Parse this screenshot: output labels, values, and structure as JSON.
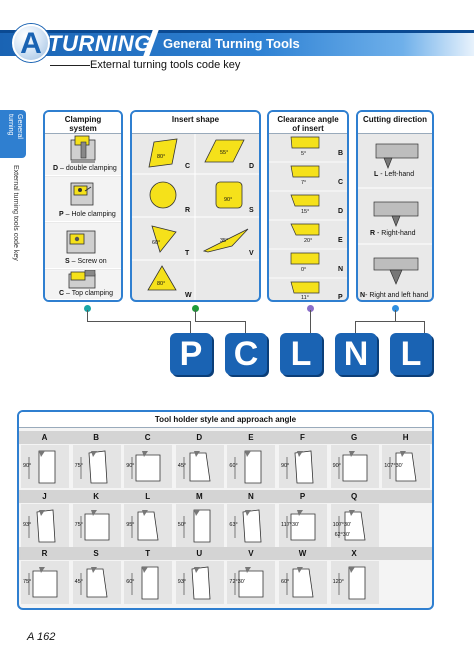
{
  "header": {
    "badge": "A",
    "title": "TURNING",
    "subtitle": "General Turning Tools",
    "description": "External turning tools code key"
  },
  "side_tab": {
    "label": "General turning",
    "vertical_label": "External turning tools code key"
  },
  "panels": {
    "clamping": {
      "title": "Clamping system",
      "items": [
        {
          "letter": "D",
          "text": " – double clamping"
        },
        {
          "letter": "P",
          "text": " – Hole clamping"
        },
        {
          "letter": "S",
          "text": " – Screw on"
        },
        {
          "letter": "C",
          "text": " – Top clamping"
        }
      ]
    },
    "insert_shape": {
      "title": "Insert shape",
      "items": [
        {
          "letter": "C",
          "angle": "80°"
        },
        {
          "letter": "D",
          "angle": "55°"
        },
        {
          "letter": "R",
          "angle": ""
        },
        {
          "letter": "S",
          "angle": "90°"
        },
        {
          "letter": "T",
          "angle": "60°"
        },
        {
          "letter": "V",
          "angle": "35°"
        },
        {
          "letter": "W",
          "angle": "80°"
        }
      ]
    },
    "clearance": {
      "title": "Clearance angle of insert",
      "items": [
        {
          "letter": "B",
          "angle": "5°"
        },
        {
          "letter": "C",
          "angle": "7°"
        },
        {
          "letter": "D",
          "angle": "15°"
        },
        {
          "letter": "E",
          "angle": "20°"
        },
        {
          "letter": "N",
          "angle": "0°"
        },
        {
          "letter": "P",
          "angle": "11°"
        }
      ]
    },
    "cutting": {
      "title": "Cutting direction",
      "items": [
        {
          "letter": "L",
          "text": " - Left-hand"
        },
        {
          "letter": "R",
          "text": " - Right-hand"
        },
        {
          "letter": "N",
          "text": "- Right and left hand"
        }
      ]
    }
  },
  "code": [
    "P",
    "C",
    "L",
    "N",
    "L"
  ],
  "holder_table": {
    "title": "Tool holder style and approach angle",
    "rows": [
      {
        "letters": [
          "A",
          "B",
          "C",
          "D",
          "E",
          "F",
          "G",
          "H"
        ],
        "angles": [
          "90°",
          "75°",
          "90°",
          "45°",
          "60°",
          "90°",
          "90°",
          "107°30'"
        ]
      },
      {
        "letters": [
          "J",
          "K",
          "L",
          "M",
          "N",
          "P",
          "Q"
        ],
        "angles": [
          "93°",
          "75°",
          "95°",
          "50°",
          "63°",
          "117°30'",
          "107°30'"
        ],
        "extra": [
          "",
          "",
          "",
          "",
          "",
          "",
          "62°30'"
        ]
      },
      {
        "letters": [
          "R",
          "S",
          "T",
          "U",
          "V",
          "W",
          "X"
        ],
        "angles": [
          "75°",
          "45°",
          "60°",
          "93°",
          "72°30'",
          "60°",
          "120°"
        ]
      }
    ]
  },
  "page_number": "A 162",
  "colors": {
    "brand_blue": "#1a63b3",
    "panel_border": "#2f7fd0",
    "insert_yellow": "#f5e11a",
    "dot_teal": "#1aa6a6",
    "dot_green": "#1f9b3a",
    "dot_purple": "#8a6fc9",
    "dot_blue": "#2f8fe0"
  }
}
